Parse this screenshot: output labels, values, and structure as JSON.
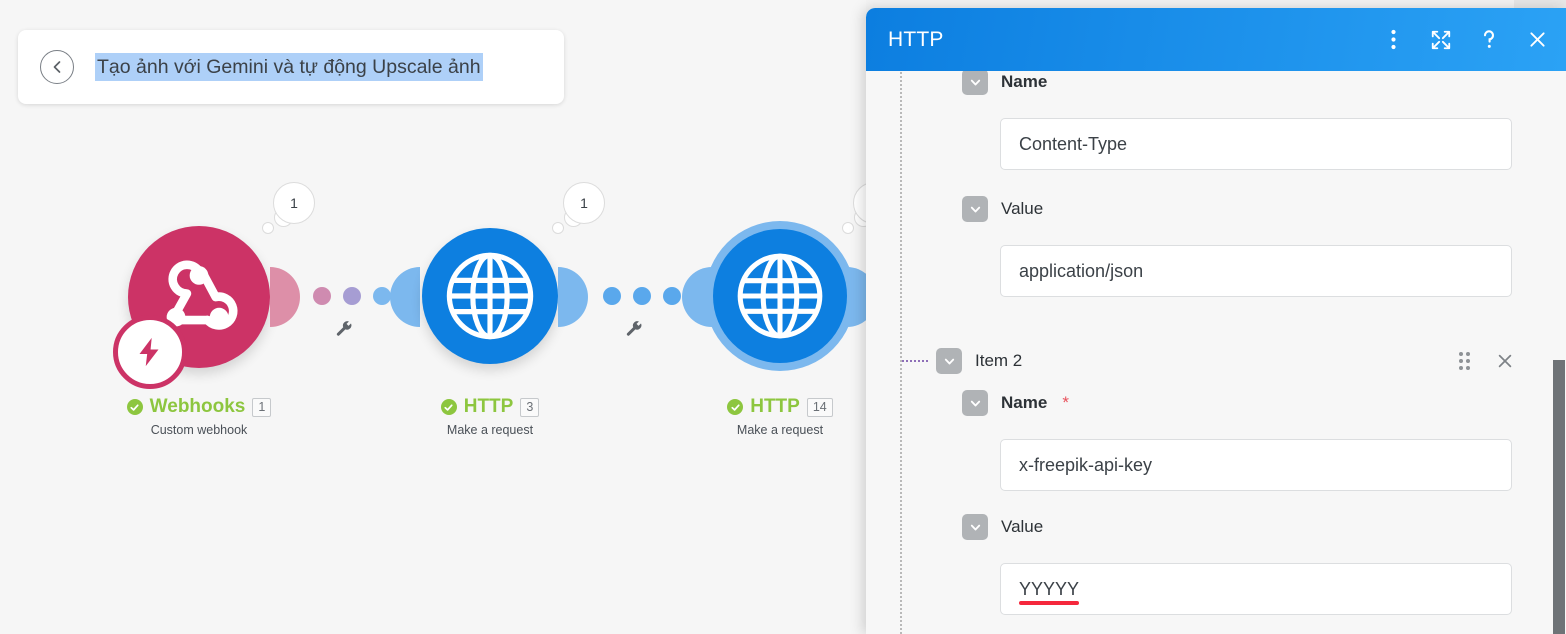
{
  "canvas": {
    "title_card": {
      "back_icon": "arrow-left-circle-icon",
      "title": "Tạo ảnh với Gemini và tự động Upscale ảnh"
    },
    "nodes": [
      {
        "id": "webhooks",
        "name": "Webhooks",
        "badge": "1",
        "subtitle": "Custom webhook",
        "bubble_count": "1",
        "icon": "webhook-icon",
        "status": "ok",
        "color": "#cc3366",
        "selected": false,
        "has_instant_badge": true
      },
      {
        "id": "http-3",
        "name": "HTTP",
        "badge": "3",
        "subtitle": "Make a request",
        "bubble_count": "1",
        "icon": "globe-icon",
        "status": "ok",
        "color": "#0d7fe0",
        "selected": false,
        "has_instant_badge": false
      },
      {
        "id": "http-14",
        "name": "HTTP",
        "badge": "14",
        "subtitle": "Make a request",
        "bubble_count": "",
        "icon": "globe-icon",
        "status": "ok",
        "color": "#0d7fe0",
        "selected": true,
        "has_instant_badge": false
      }
    ],
    "connectors": [
      {
        "id": "conn-1",
        "dot_colors": [
          "#cf8bb0",
          "#a69dd3",
          "#7cb8ee"
        ],
        "tool_icon": "wrench-icon"
      },
      {
        "id": "conn-2",
        "dot_colors": [
          "#5aa8ec",
          "#5aa8ec",
          "#5aa8ec"
        ],
        "tool_icon": "wrench-icon"
      }
    ]
  },
  "panel": {
    "title": "HTTP",
    "actions": [
      {
        "name": "more-options",
        "icon": "kebab-menu-icon"
      },
      {
        "name": "expand",
        "icon": "expand-arrows-icon"
      },
      {
        "name": "help",
        "icon": "question-mark-icon"
      },
      {
        "name": "close",
        "icon": "close-icon"
      }
    ],
    "fields": [
      {
        "id": "item1-name",
        "label": "Name",
        "required": false,
        "bold": true,
        "value": "Content-Type",
        "spell_error": false
      },
      {
        "id": "item1-value",
        "label": "Value",
        "required": false,
        "bold": false,
        "value": "application/json",
        "spell_error": false
      }
    ],
    "item2": {
      "title": "Item 2",
      "drag_handle_icon": "drag-handle-icon",
      "remove_icon": "close-icon",
      "fields": [
        {
          "id": "item2-name",
          "label": "Name",
          "required": true,
          "bold": true,
          "value": "x-freepik-api-key",
          "spell_error": false
        },
        {
          "id": "item2-value",
          "label": "Value",
          "required": false,
          "bold": false,
          "value": "YYYYY",
          "spell_error": true
        }
      ]
    },
    "scrollbar": {
      "name": "panel-scrollbar"
    }
  },
  "colors": {
    "header_blue_start": "#0c7ee0",
    "header_blue_end": "#2ba2f5",
    "accent_green": "#8dc63f",
    "webhook_pink": "#cc3366",
    "http_blue": "#0d7fe0",
    "error_red": "#f5273c",
    "required_red": "#e8505b"
  }
}
